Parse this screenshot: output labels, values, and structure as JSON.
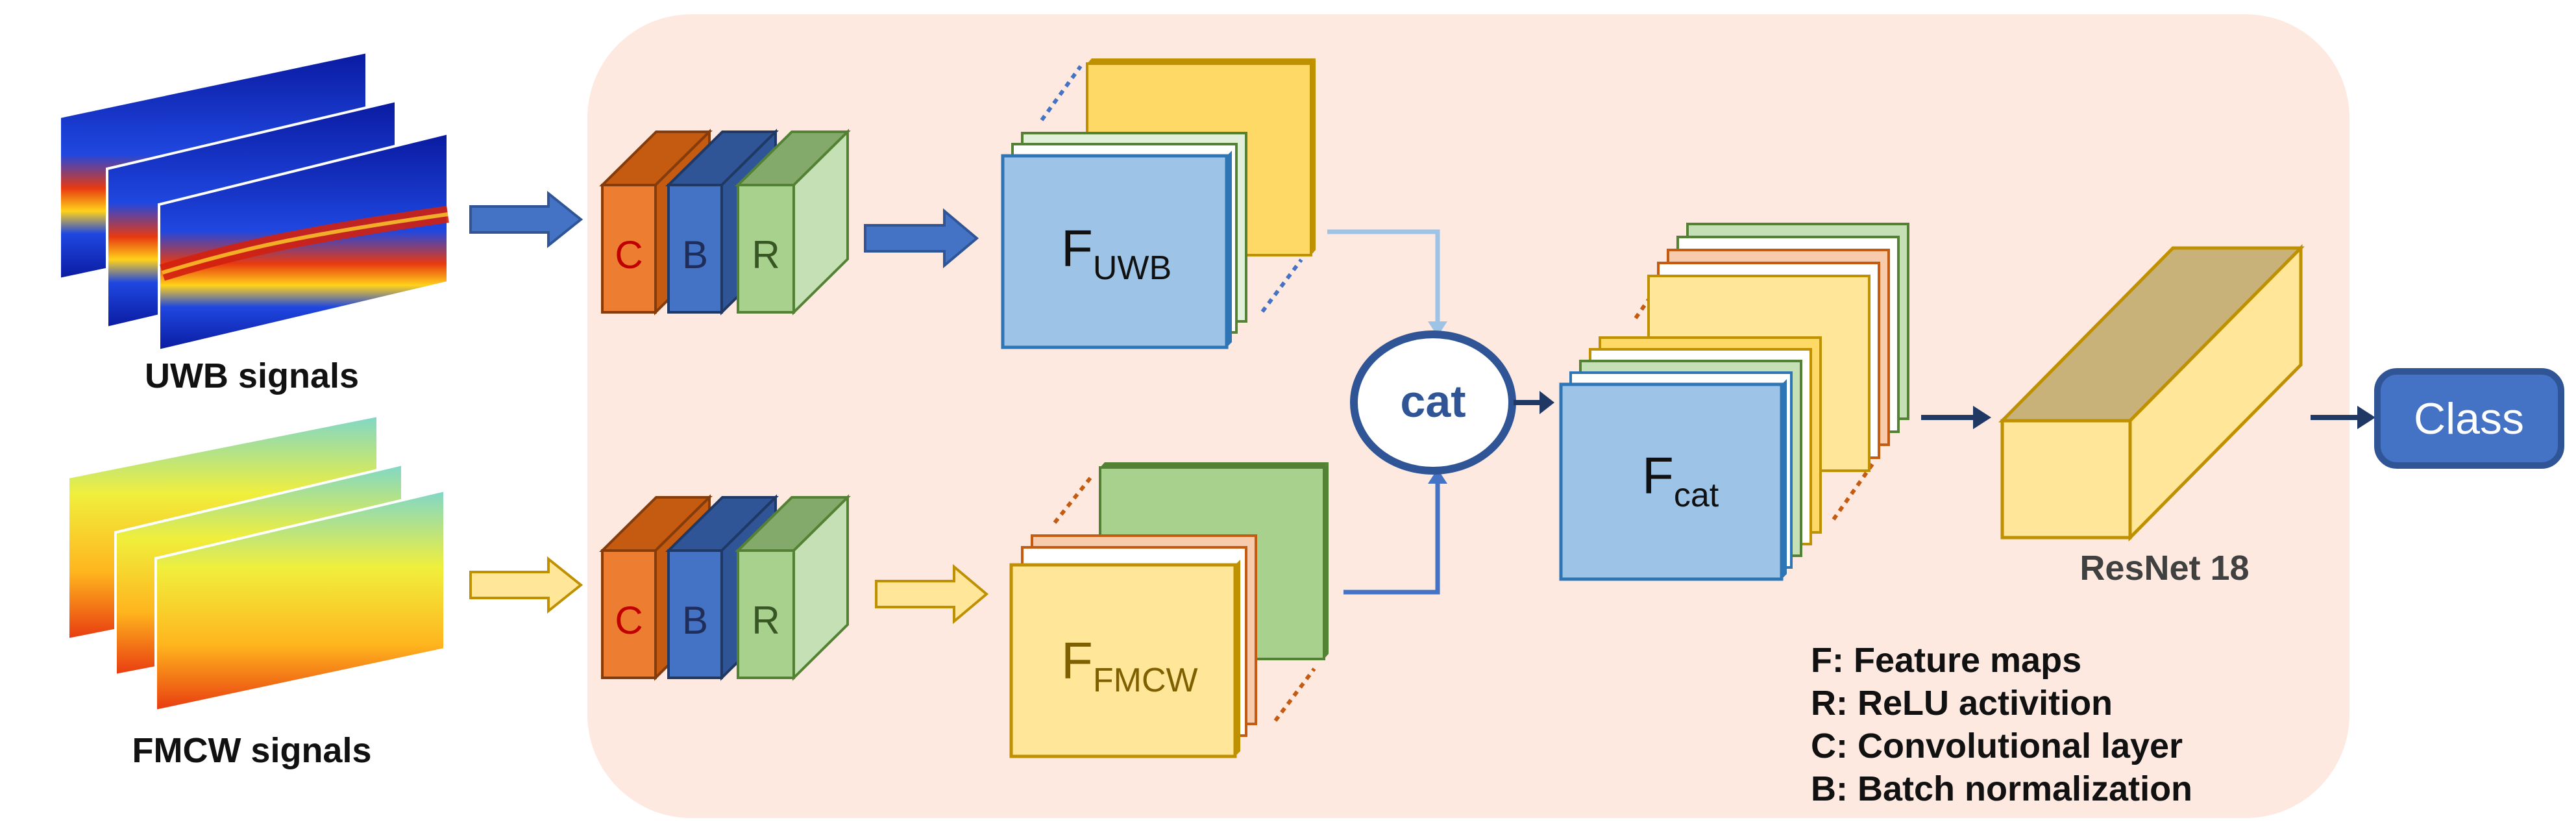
{
  "inputs": {
    "uwb_label": "UWB signals",
    "fmcw_label": "FMCW signals"
  },
  "blocks": {
    "conv": "C",
    "bn": "B",
    "relu": "R"
  },
  "features": {
    "uwb_main": "F",
    "uwb_sub": "UWB",
    "fmcw_main": "F",
    "fmcw_sub": "FMCW",
    "cat_main": "F",
    "cat_sub": "cat"
  },
  "cat_node": "cat",
  "resnet_label": "ResNet 18",
  "output_label": "Class",
  "legend": [
    "F: Feature maps",
    "R: ReLU activition",
    "C: Convolutional layer",
    "B: Batch normalization"
  ],
  "colors": {
    "background_panel": "#fde9df",
    "conv_orange": "#ed7d31",
    "bn_blue": "#4472c4",
    "relu_green": "#a9d18e",
    "feature_blue": "#9dc3e6",
    "feature_yellow": "#ffe699",
    "arrow_blue": "#4472c4",
    "arrow_yellow": "#ffe699",
    "class_box": "#4472c4"
  }
}
